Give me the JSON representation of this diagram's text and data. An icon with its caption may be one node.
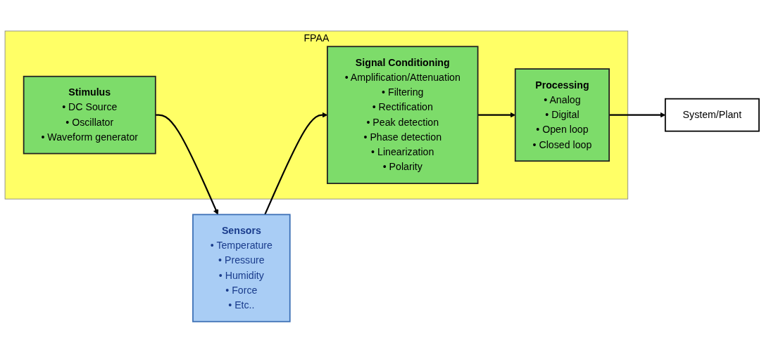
{
  "diagram": {
    "nodes": [
      {
        "text": [
          "Sensors",
          "• Temperature",
          "• Pressure",
          "• Humidity",
          "• Force",
          "• Etc.."
        ]
      },
      {
        "text": [
          "FPAA"
        ]
      },
      {
        "text": [
          "Stimulus",
          "• DC Source",
          "• Oscillator",
          "• Waveform generator"
        ],
        "in": 1
      },
      {
        "text": [
          "Signal Conditioning",
          "• Amplification/Attenuation",
          "• Filtering",
          "• Rectification",
          "• Peak detection",
          "• Phase detection",
          "• Linearization",
          "• Polarity"
        ],
        "in": 1
      },
      {
        "text": [
          "Processing",
          "• Analog",
          "• Digital",
          "• Open loop",
          "• Closed loop"
        ],
        "in": 1
      },
      {
        "text": [
          "System/Plant"
        ]
      }
    ],
    "edges": [
      {
        "from": 2,
        "to": 0,
        "arrow": "to"
      },
      {
        "from": 0,
        "to": 3,
        "arrow": "to"
      },
      {
        "from": 3,
        "to": 4,
        "arrow": "to"
      },
      {
        "from": 4,
        "to": 5,
        "arrow": "to"
      }
    ]
  }
}
